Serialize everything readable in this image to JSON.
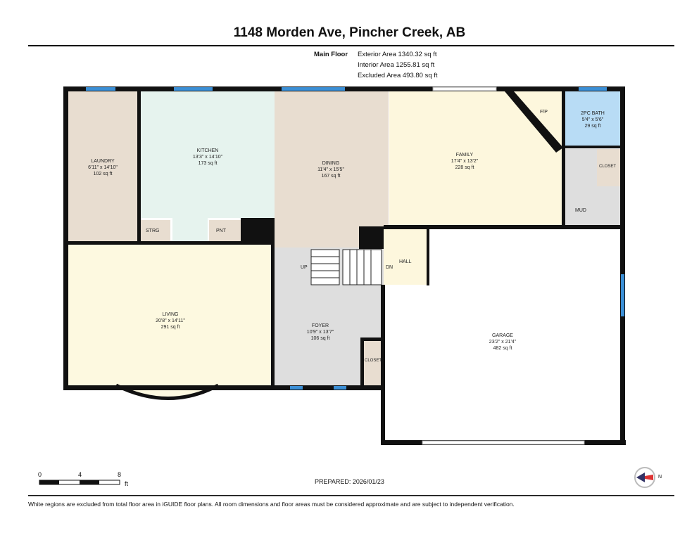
{
  "title": "1148 Morden Ave, Pincher Creek, AB",
  "summary": {
    "floor": "Main Floor",
    "exterior": "Exterior Area 1340.32 sq ft",
    "interior": "Interior Area 1255.81 sq ft",
    "excluded": "Excluded Area 493.80 sq ft"
  },
  "rooms": [
    {
      "name": "LAUNDRY",
      "dims": "6'11\" x 14'10\"",
      "area": "102 sq ft"
    },
    {
      "name": "KITCHEN",
      "dims": "13'3\" x 14'10\"",
      "area": "173 sq ft"
    },
    {
      "name": "DINING",
      "dims": "11'4\" x 15'5\"",
      "area": "167 sq ft"
    },
    {
      "name": "FAMILY",
      "dims": "17'4\" x 13'2\"",
      "area": "228 sq ft"
    },
    {
      "name": "2PC BATH",
      "dims": "5'4\" x 5'6\"",
      "area": "29 sq ft"
    },
    {
      "name": "LIVING",
      "dims": "20'8\" x 14'11\"",
      "area": "291 sq ft"
    },
    {
      "name": "FOYER",
      "dims": "10'9\" x 13'7\"",
      "area": "106 sq ft"
    },
    {
      "name": "GARAGE",
      "dims": "23'2\" x 21'4\"",
      "area": "482 sq ft"
    }
  ],
  "labels": {
    "strg": "STRG",
    "pnt": "PNT",
    "fp": "F/P",
    "closet1": "CLOSET",
    "closet2": "CLOSET",
    "mud": "MUD",
    "hall": "HALL",
    "up": "UP",
    "dn": "DN"
  },
  "scale": {
    "t0": "0",
    "t4": "4",
    "t8": "8",
    "unit": "ft"
  },
  "prepared": "PREPARED: 2026/01/23",
  "compass": "N",
  "footer": "White regions are excluded from total floor area in iGUIDE floor plans. All room dimensions and floor areas must be considered approximate and are subject to independent verification.",
  "colors": {
    "laundry": "#e8ddd0",
    "kitchen": "#e6f3ee",
    "dining": "#e8ddd0",
    "family": "#fdf7dd",
    "bath": "#b8dcf5",
    "living": "#fdf9e0",
    "foyer": "#dedede",
    "window": "#3b8fd6"
  }
}
